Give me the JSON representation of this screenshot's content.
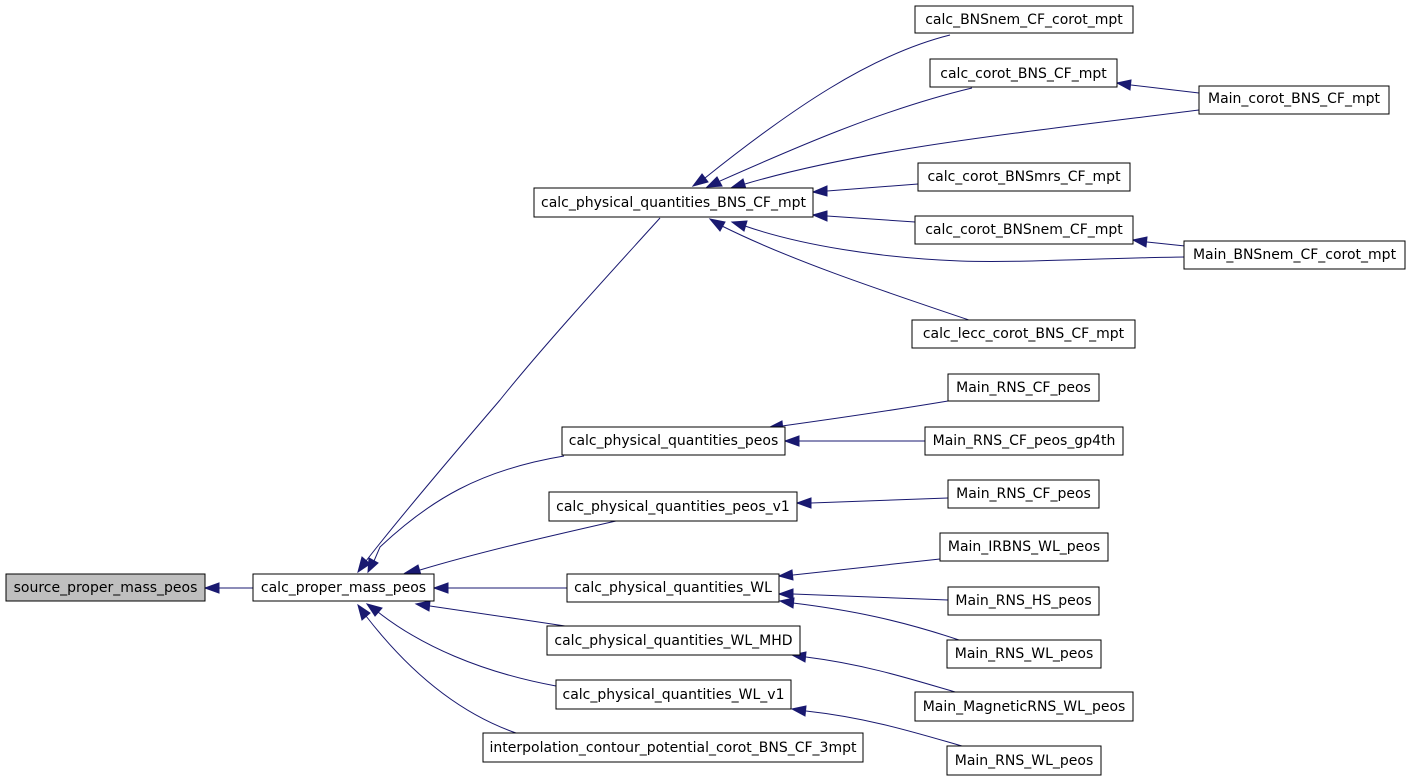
{
  "graph": {
    "nodes": {
      "source_proper_mass_peos": "source_proper_mass_peos",
      "calc_proper_mass_peos": "calc_proper_mass_peos",
      "calc_physical_quantities_BNS_CF_mpt": "calc_physical_quantities_BNS_CF_mpt",
      "calc_BNSnem_CF_corot_mpt": "calc_BNSnem_CF_corot_mpt",
      "calc_corot_BNS_CF_mpt": "calc_corot_BNS_CF_mpt",
      "Main_corot_BNS_CF_mpt": "Main_corot_BNS_CF_mpt",
      "calc_corot_BNSmrs_CF_mpt": "calc_corot_BNSmrs_CF_mpt",
      "calc_corot_BNSnem_CF_mpt": "calc_corot_BNSnem_CF_mpt",
      "Main_BNSnem_CF_corot_mpt": "Main_BNSnem_CF_corot_mpt",
      "calc_lecc_corot_BNS_CF_mpt": "calc_lecc_corot_BNS_CF_mpt",
      "calc_physical_quantities_peos": "calc_physical_quantities_peos",
      "Main_RNS_CF_peos_a": "Main_RNS_CF_peos",
      "Main_RNS_CF_peos_gp4th": "Main_RNS_CF_peos_gp4th",
      "calc_physical_quantities_peos_v1": "calc_physical_quantities_peos_v1",
      "Main_RNS_CF_peos_b": "Main_RNS_CF_peos",
      "calc_physical_quantities_WL": "calc_physical_quantities_WL",
      "Main_IRBNS_WL_peos": "Main_IRBNS_WL_peos",
      "Main_RNS_HS_peos": "Main_RNS_HS_peos",
      "Main_RNS_WL_peos_a": "Main_RNS_WL_peos",
      "calc_physical_quantities_WL_MHD": "calc_physical_quantities_WL_MHD",
      "Main_MagneticRNS_WL_peos": "Main_MagneticRNS_WL_peos",
      "calc_physical_quantities_WL_v1": "calc_physical_quantities_WL_v1",
      "Main_RNS_WL_peos_b": "Main_RNS_WL_peos",
      "interpolation_contour_potential_corot_BNS_CF_3mpt": "interpolation_contour_potential_corot_BNS_CF_3mpt"
    }
  },
  "colors": {
    "edge": "#191970",
    "root_fill": "#bfbfbf",
    "node_fill": "#ffffff",
    "border": "#000000"
  }
}
